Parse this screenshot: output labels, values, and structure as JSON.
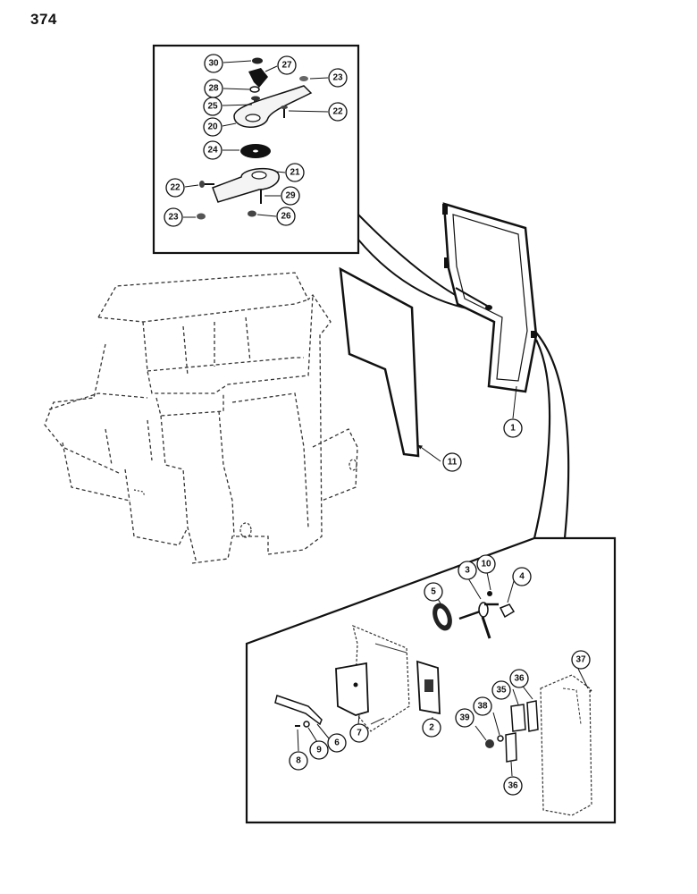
{
  "page_number": "374",
  "callouts": [
    {
      "id": "c30",
      "label": "30"
    },
    {
      "id": "c27",
      "label": "27"
    },
    {
      "id": "c23a",
      "label": "23"
    },
    {
      "id": "c28",
      "label": "28"
    },
    {
      "id": "c25",
      "label": "25"
    },
    {
      "id": "c22a",
      "label": "22"
    },
    {
      "id": "c20",
      "label": "20"
    },
    {
      "id": "c24",
      "label": "24"
    },
    {
      "id": "c21",
      "label": "21"
    },
    {
      "id": "c22b",
      "label": "22"
    },
    {
      "id": "c29",
      "label": "29"
    },
    {
      "id": "c23b",
      "label": "23"
    },
    {
      "id": "c26",
      "label": "26"
    },
    {
      "id": "c1",
      "label": "1"
    },
    {
      "id": "c11",
      "label": "11"
    },
    {
      "id": "c3",
      "label": "3"
    },
    {
      "id": "c10",
      "label": "10"
    },
    {
      "id": "c4",
      "label": "4"
    },
    {
      "id": "c5",
      "label": "5"
    },
    {
      "id": "c37",
      "label": "37"
    },
    {
      "id": "c36a",
      "label": "36"
    },
    {
      "id": "c35",
      "label": "35"
    },
    {
      "id": "c38",
      "label": "38"
    },
    {
      "id": "c39",
      "label": "39"
    },
    {
      "id": "c2",
      "label": "2"
    },
    {
      "id": "c7",
      "label": "7"
    },
    {
      "id": "c6",
      "label": "6"
    },
    {
      "id": "c9",
      "label": "9"
    },
    {
      "id": "c8",
      "label": "8"
    },
    {
      "id": "c36b",
      "label": "36"
    }
  ]
}
